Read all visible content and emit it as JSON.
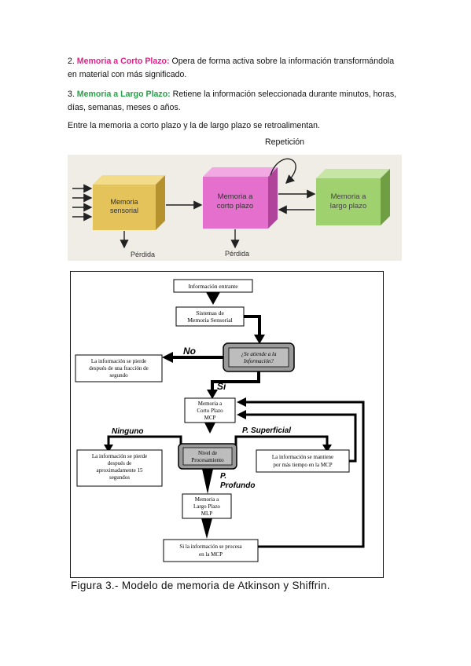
{
  "text": {
    "p2_num": "2.",
    "p2_term": "Memoria a Corto Plazo:",
    "p2_body": "Opera de forma activa sobre la información transformándola",
    "p2_body2": "en material con más significado.",
    "p3_num": "3.",
    "p3_term": "Memoria a Largo Plazo:",
    "p3_body": "Retiene la información seleccionada durante minutos, horas,",
    "p3_body2": "días, semanas, meses o años.",
    "p4": "Entre la memoria a corto plazo y la de largo plazo se retroalimentan.",
    "repeticion": "Repetición"
  },
  "fig1": {
    "box_sensorial": [
      "Memoria",
      "sensorial"
    ],
    "box_corto": [
      "Memoria a",
      "corto plazo"
    ],
    "box_largo": [
      "Memoria a",
      "largo plazo"
    ],
    "perdida1": "Pérdida",
    "perdida2": "Pérdida",
    "colors": {
      "sensorial": "#e3c35a",
      "corto": "#e56fcc",
      "largo": "#9fd16e"
    }
  },
  "fig2": {
    "info_entrante": "Información entrante",
    "sensorial": [
      "Sistemas de",
      "Memoria Sensorial"
    ],
    "decision1": [
      "¿Se atiende a la",
      "Información?"
    ],
    "no": "No",
    "si": "Si",
    "perdida_fraccion": [
      "La información se pierde",
      "después de una fracción de",
      "segundo"
    ],
    "mcp": [
      "Memoria a",
      "Corto Plazo",
      "MCP"
    ],
    "ninguno": "Ninguno",
    "superficial": "P.  Superficial",
    "nivel": [
      "Nivel de",
      "Procesamiento"
    ],
    "perdida_15": [
      "La información se pierde",
      "después de",
      "aproximadamente 15",
      "segundos"
    ],
    "mantiene": [
      "La información se mantiene",
      "por más tiempo en la MCP"
    ],
    "profundo": [
      "P.",
      "Profundo"
    ],
    "mlp": [
      "Memoria a",
      "Largo Plazo",
      "MLP"
    ],
    "procesa": [
      "Si la información se procesa",
      "en la MCP"
    ]
  },
  "caption": "Figura 3.- Modelo de memoria de Atkinson y Shiffrin."
}
